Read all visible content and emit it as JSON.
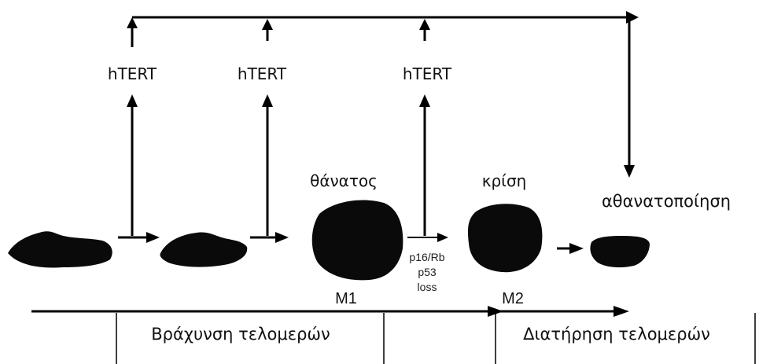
{
  "labels": {
    "htert_1": "hTERT",
    "htert_2": "hTERT",
    "htert_3": "hTERT",
    "death": "θάνατος",
    "crisis": "κρίση",
    "immortalization": "αθανατοποίηση",
    "m1": "M1",
    "m2": "M2",
    "p16_rb": "p16/Rb",
    "p53": "p53",
    "loss": "loss",
    "shortening": "Βράχυνση τελομερών",
    "maintenance": "Διατήρηση τελομερών"
  },
  "colors": {
    "stroke": "#000000",
    "cell_fill": "#0a0a0a",
    "background": "#ffffff"
  }
}
